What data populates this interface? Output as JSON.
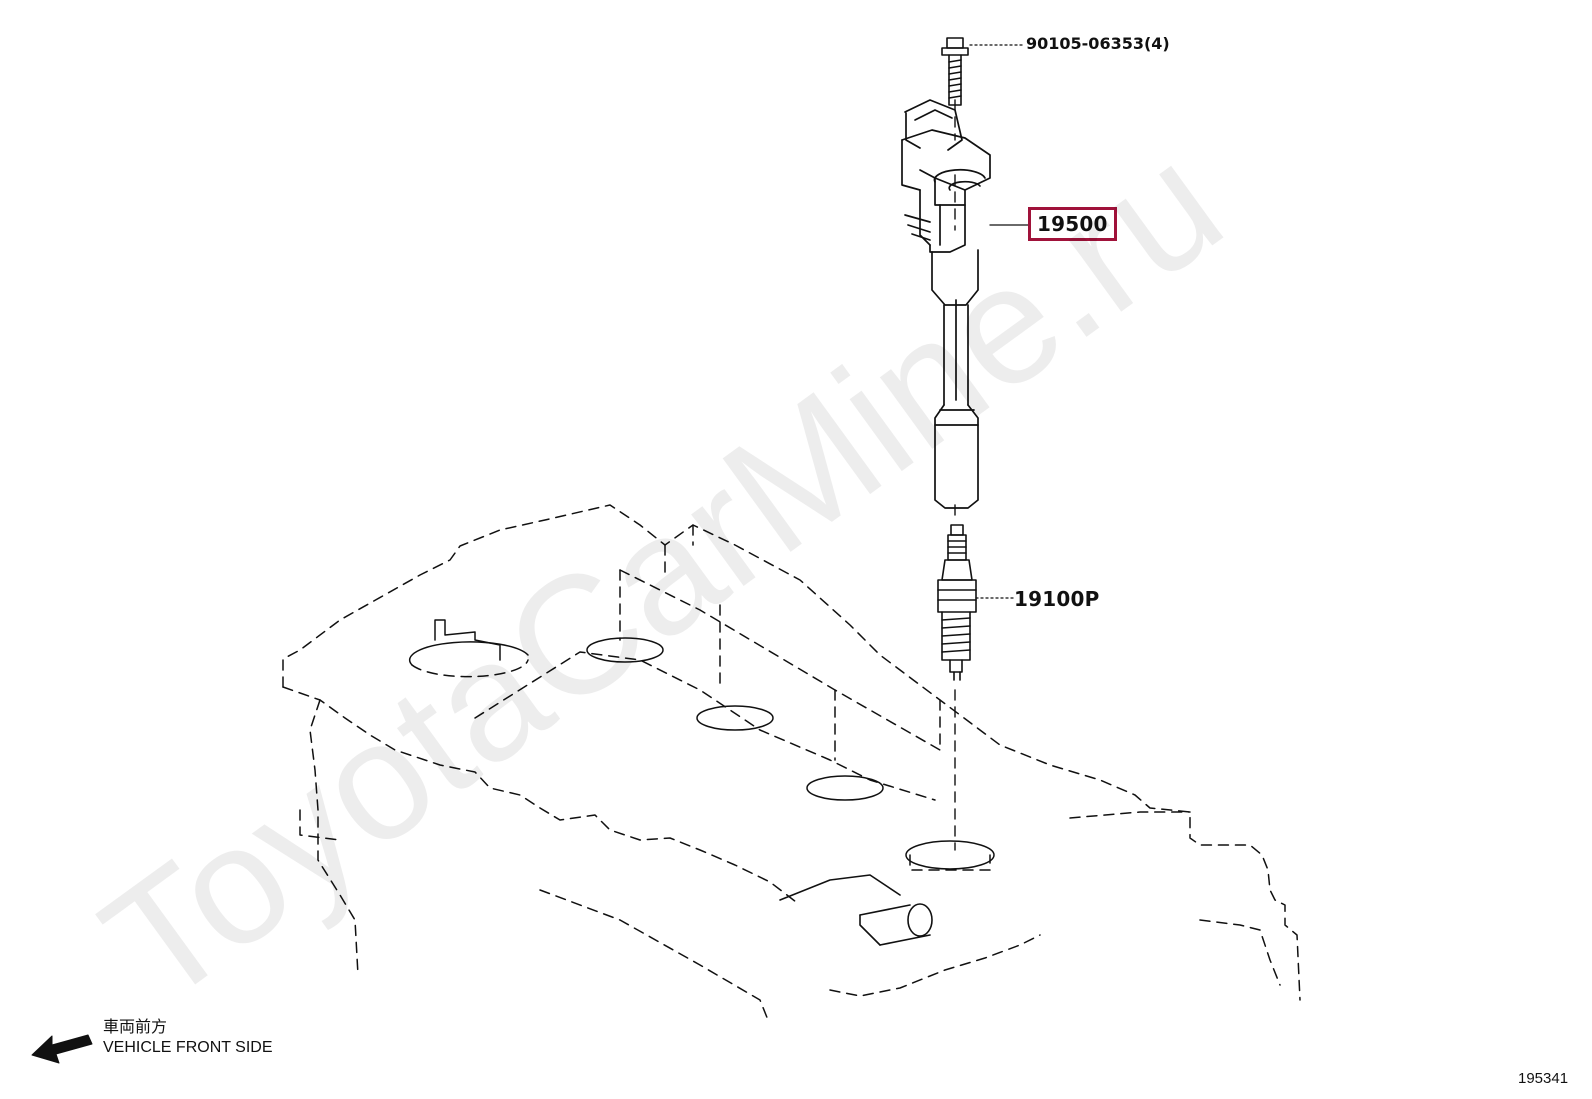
{
  "parts": [
    {
      "number": "90105-06353(4)",
      "name": "bolt"
    },
    {
      "number": "19500",
      "name": "ignition-coil",
      "highlighted": true,
      "highlight_color": "#a0123a"
    },
    {
      "number": "19100P",
      "name": "spark-plug"
    }
  ],
  "direction": {
    "japanese": "車両前方",
    "english": "VEHICLE FRONT SIDE"
  },
  "figure_number": "195341",
  "watermark": "ToyotaCarMine.ru"
}
